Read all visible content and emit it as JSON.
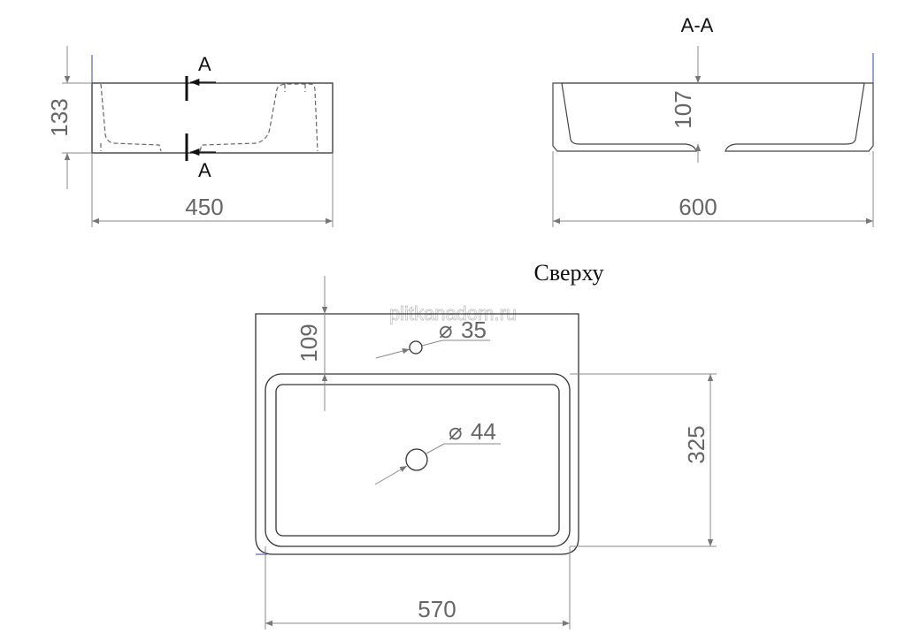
{
  "section_title": "A-A",
  "top_view_title": "Сверху",
  "section_marker_top": "A",
  "section_marker_bottom": "A",
  "dimensions": {
    "front_height": "133",
    "front_width": "450",
    "section_depth": "107",
    "section_width": "600",
    "top_offset": "109",
    "hole_small": "35",
    "hole_drain": "44",
    "bowl_depth": "325",
    "bowl_width": "570"
  },
  "watermark": "plitkanadom.ru",
  "diameter_symbol": "⌀",
  "colors": {
    "line": "#333333",
    "dimension": "#666666",
    "accent": "#3344aa"
  }
}
